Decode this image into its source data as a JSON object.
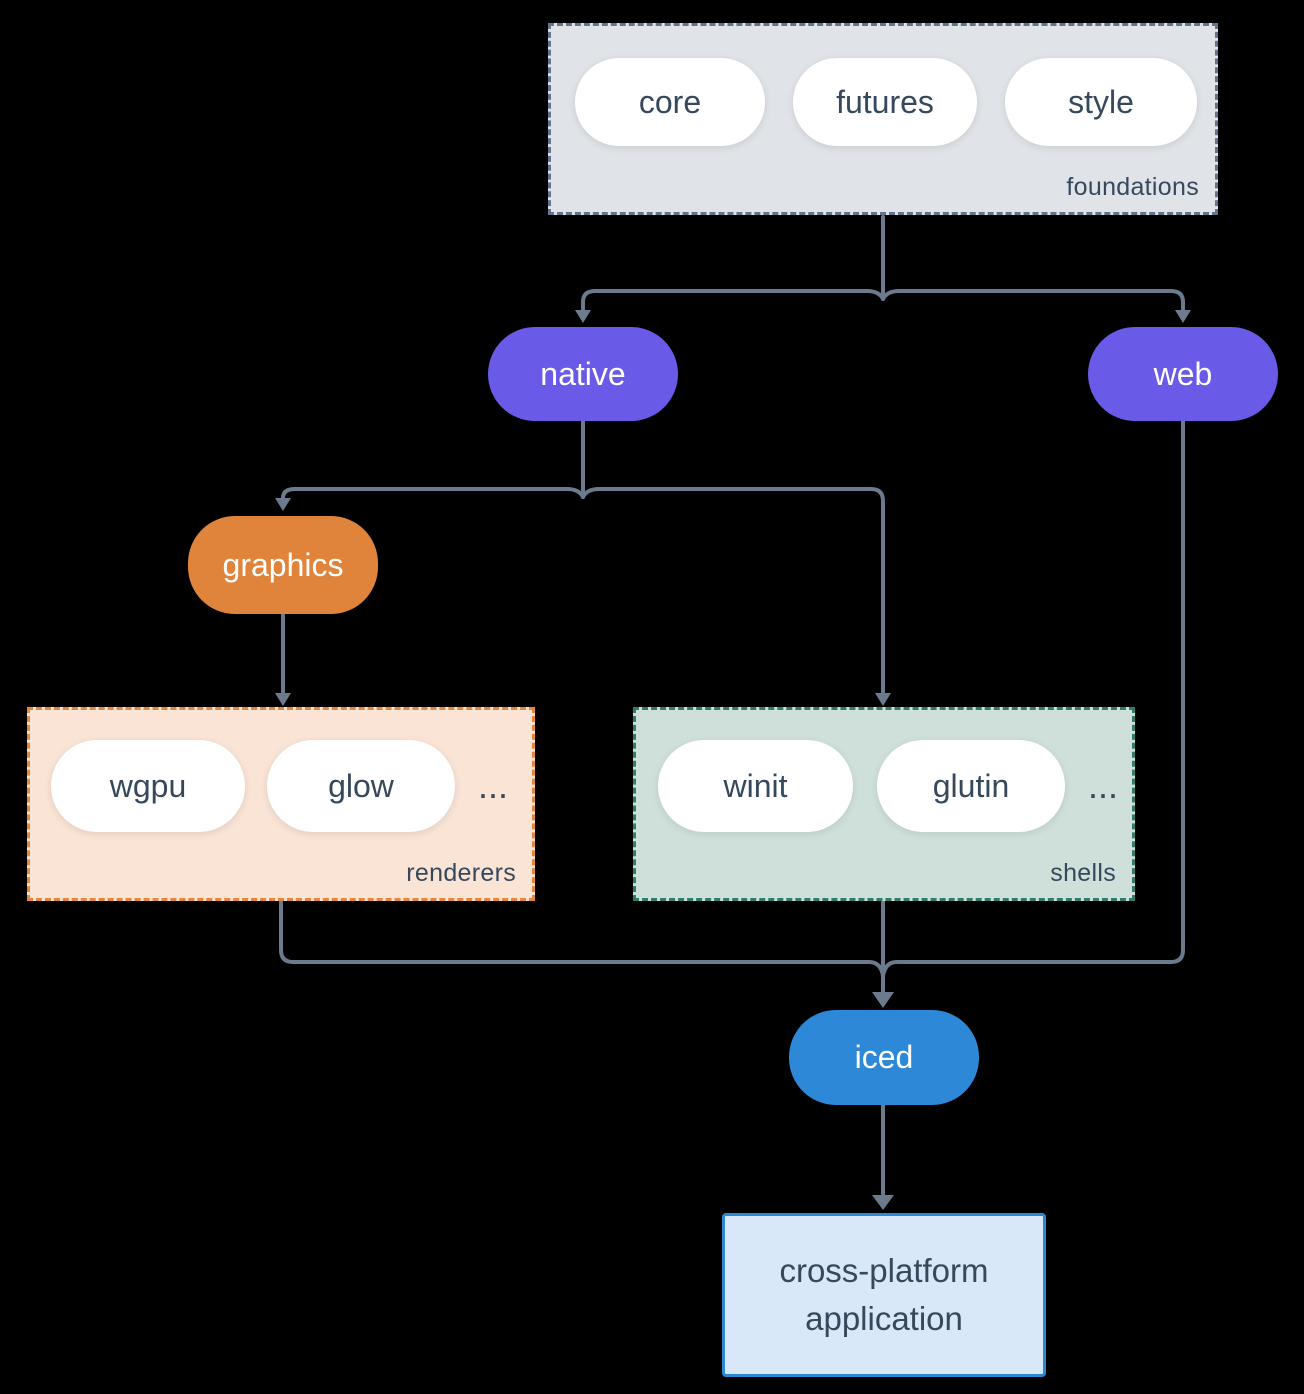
{
  "groups": {
    "foundations": {
      "label": "foundations",
      "items": {
        "core": "core",
        "futures": "futures",
        "style": "style"
      }
    },
    "renderers": {
      "label": "renderers",
      "items": {
        "wgpu": "wgpu",
        "glow": "glow"
      },
      "more": "..."
    },
    "shells": {
      "label": "shells",
      "items": {
        "winit": "winit",
        "glutin": "glutin"
      },
      "more": "..."
    }
  },
  "nodes": {
    "native": "native",
    "web": "web",
    "graphics": "graphics",
    "iced": "iced",
    "app": "cross-platform application"
  },
  "colors": {
    "background": "#000000",
    "connector": "#6b7a8d",
    "purple_node": "#6a5ae8",
    "orange_node": "#e0843c",
    "blue_node": "#2d89d8",
    "foundations_fill": "#e0e4e8",
    "foundations_border": "#64748b",
    "renderers_fill": "#fae4d6",
    "renderers_border": "#e8863d",
    "shells_fill": "#cfe0da",
    "shells_border": "#2f7d6a",
    "app_fill": "#d8e8f8",
    "app_border": "#2d87d3",
    "text_dark": "#36485c",
    "pill_fill": "#ffffff"
  }
}
